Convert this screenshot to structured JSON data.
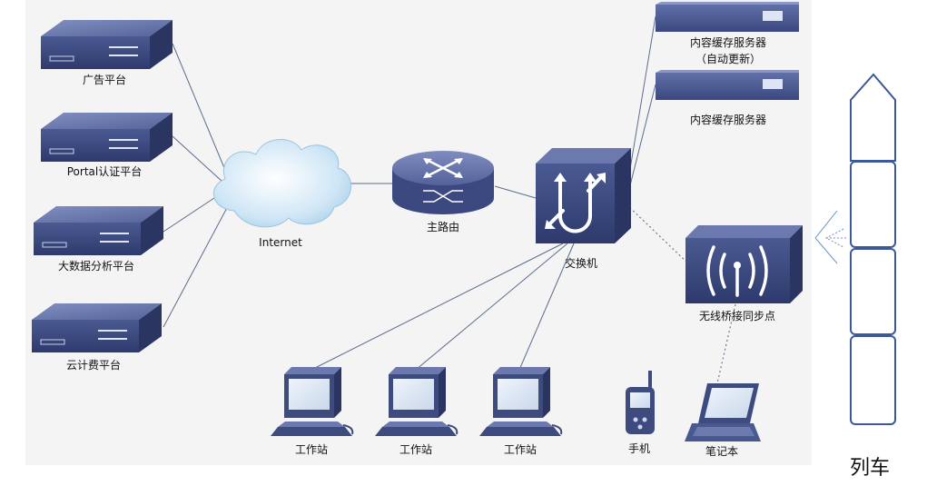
{
  "nodes": {
    "ad_platform": "广告平台",
    "portal_platform": "Portal认证平台",
    "bigdata_platform": "大数据分析平台",
    "billing_platform": "云计费平台",
    "internet": "Internet",
    "main_router": "主路由",
    "switch": "交换机",
    "cache_server_auto_line1": "内容缓存服务器",
    "cache_server_auto_line2": "（自动更新）",
    "cache_server": "内容缓存服务器",
    "wireless_bridge": "无线桥接同步点",
    "workstation_1": "工作站",
    "workstation_2": "工作站",
    "workstation_3": "工作站",
    "phone": "手机",
    "laptop": "笔记本",
    "train": "列车"
  },
  "colors": {
    "device_front": "#3d4b7f",
    "device_top": "#5f6d9f",
    "device_side": "#2c3766",
    "link": "#5b6d8c",
    "cloud_fill": "#d8ecf8",
    "train_outline": "#3b5998"
  }
}
